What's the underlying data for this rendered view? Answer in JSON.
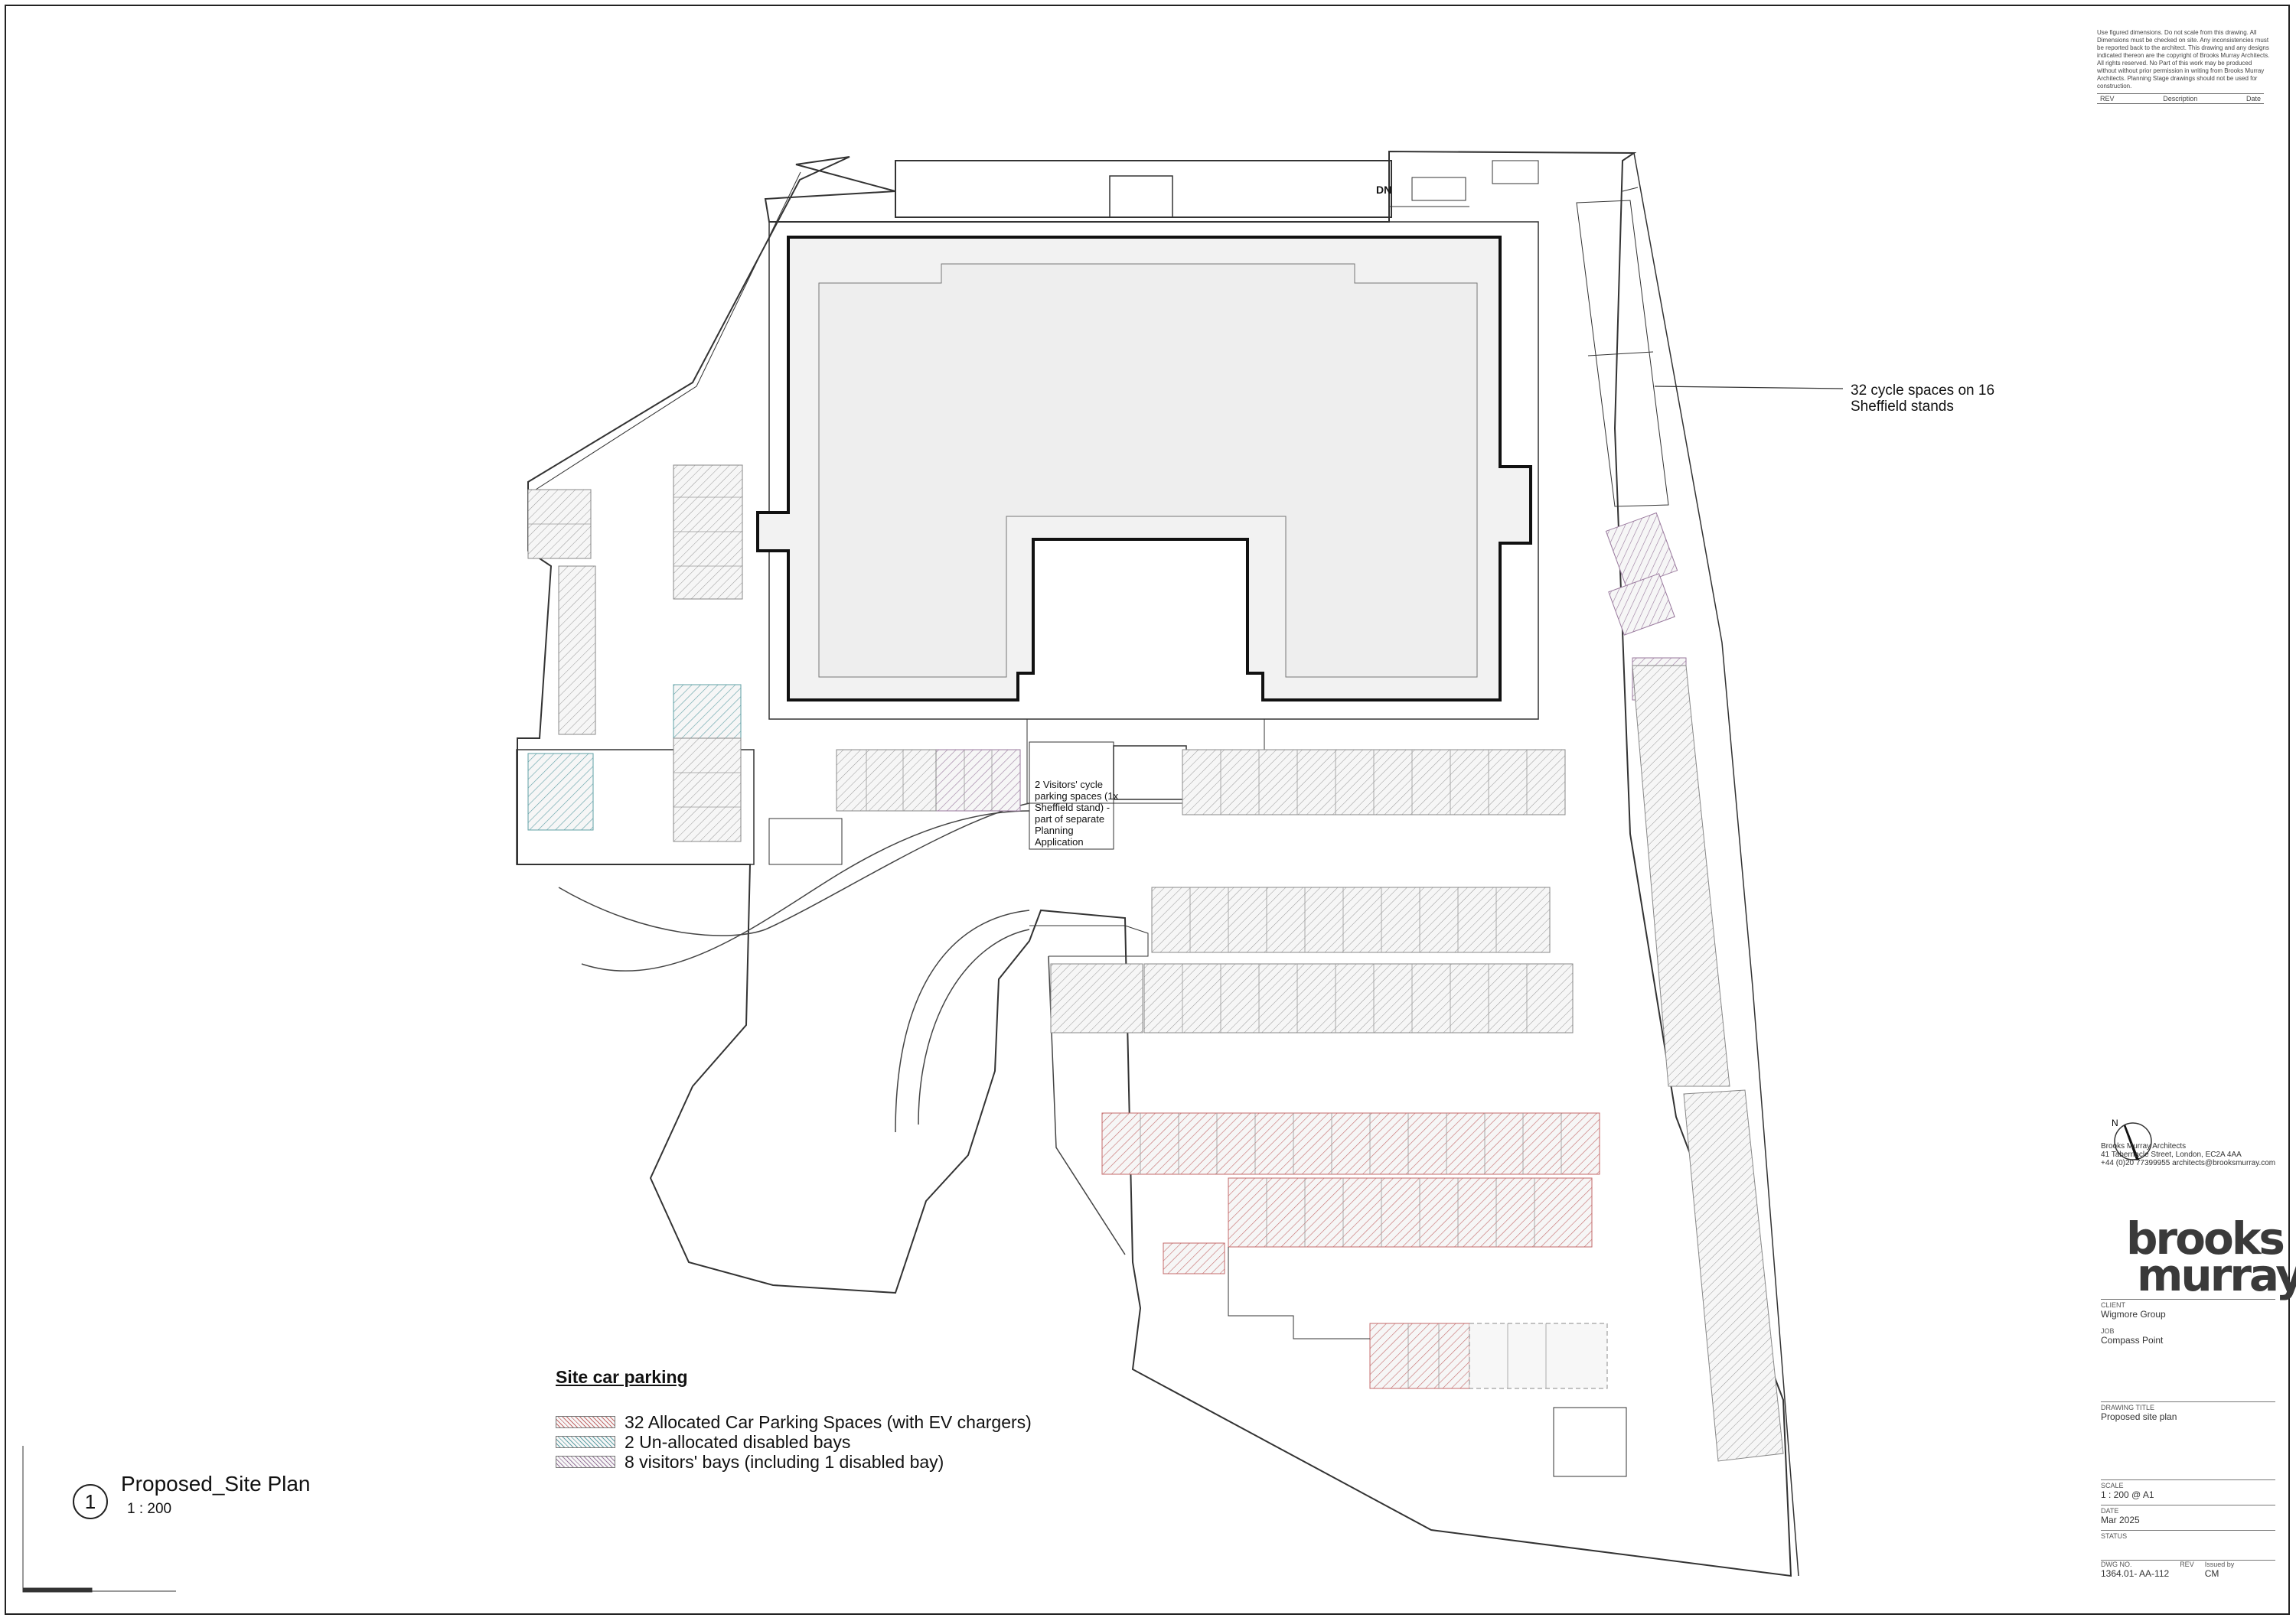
{
  "annotations": {
    "cycle_spaces": "32 cycle spaces on 16\nSheffield stands",
    "visitor_cycle": "2 Visitors' cycle parking spaces (1x Sheffield stand) - part of separate Planning Application",
    "stair_down": "DN"
  },
  "legend": {
    "title": "Site car parking",
    "items": [
      {
        "label": "32 Allocated Car Parking Spaces (with EV chargers)",
        "color": "#c46a6a"
      },
      {
        "label": "2 Un-allocated disabled bays",
        "color": "#5fa0a6"
      },
      {
        "label": "8 visitors' bays (including 1 disabled bay)",
        "color": "#9a7a9e"
      }
    ]
  },
  "view_title": {
    "number": "1",
    "name": "Proposed_Site Plan",
    "scale": "1 : 200"
  },
  "title_block": {
    "notes": "Use figured dimensions. Do not scale from this drawing.\nAll Dimensions must be checked on site. Any inconsistencies must be reported back to the architect. This drawing and any designs indicated thereon are the copyright of Brooks Murray Architects. All rights reserved. No Part of this work may be produced without without prior permission in writing from Brooks Murray Architects. Planning Stage drawings should not be used for construction.",
    "rev_header": {
      "rev": "REV",
      "description": "Description",
      "date": "Date"
    },
    "firm_name": "Brooks Murray Architects",
    "firm_address": "41 Tabernacle Street, London, EC2A 4AA",
    "firm_contact": "+44 (0)20 77399955 architects@brooksmurray.com",
    "logo_line1": "brooks",
    "logo_line2": "murray",
    "client_label": "CLIENT",
    "client": "Wigmore Group",
    "job_label": "JOB",
    "job": "Compass Point",
    "drawing_title_label": "DRAWING TITLE",
    "drawing_title": "Proposed site plan",
    "scale_label": "SCALE",
    "scale": "1 : 200 @ A1",
    "date_label": "DATE",
    "date": "Mar 2025",
    "status_label": "STATUS",
    "dwg_no_label": "DWG NO.",
    "dwg_no": "1364.01- AA-112",
    "rev_label": "REV",
    "issued_label": "Issued by",
    "issued_by": "CM"
  },
  "colors": {
    "allocated": "#c46a6a",
    "disabled": "#5fa0a6",
    "visitors": "#9a7a9e",
    "building_fill": "#f2f2f2"
  }
}
